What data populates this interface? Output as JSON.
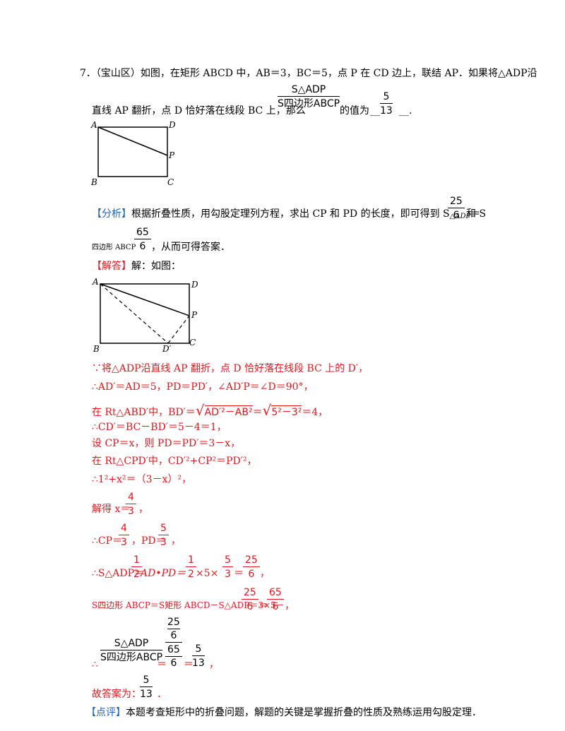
{
  "problem": {
    "line1": "7．（宝山区）如图，在矩形 ABCD 中，AB＝3，BC＝5，点 P 在 CD 边上，联结 AP．如果将△ADP沿",
    "line2_a": "直线 AP 翻折，点 D 恰好落在线段 BC 上，那么",
    "line2_b": "的值为",
    "frac_num": "S△ADP",
    "frac_den": "S四边形ABCP",
    "answer_num": "5",
    "answer_den": "13",
    "blank_l": "__",
    "blank_r": "__."
  },
  "figure1": {
    "A": "A",
    "B": "B",
    "C": "C",
    "D": "D",
    "P": "P"
  },
  "analysis": {
    "tag": "【分析】",
    "text1": "根据折叠性质，用勾股定理列方程，求出 CP 和 PD 的长度，即可得到 S",
    "sub1": "△ADP",
    "eq": "＝",
    "frac1_num": "25",
    "frac1_den": "6",
    "text2": "和 S",
    "text3": "四边形 ABCP",
    "frac2_num": "65",
    "frac2_den": "6",
    "text4": "，从而可得答案．"
  },
  "solution": {
    "tag": "【解答】",
    "text": "解：如图："
  },
  "figure2": {
    "A": "A",
    "B": "B",
    "C": "C",
    "D": "D",
    "P": "P",
    "Dp": "D′"
  },
  "steps": {
    "s1": "∵将△ADP沿直线 AP 翻折，点 D 恰好落在线段 BC 上的 D′，",
    "s2": "∴AD′＝AD＝5，PD＝PD′，∠AD′P＝∠D＝90°，",
    "s3a": "在 Rt△ABD′中，BD′＝",
    "s3b": "AD′²－AB²",
    "s3c": "＝",
    "s3d": "5²－3²",
    "s3e": "＝4，",
    "s4": "∴CD′＝BC－BD′＝5－4＝1，",
    "s5": "设 CP＝x，则 PD＝PD′＝3－x，",
    "s6": "在 Rt△CPD′中，CD′²+CP²＝PD′²，",
    "s7": "∴1²+x²＝（3－x）²，",
    "s8a": "解得 x＝",
    "s8_num": "4",
    "s8_den": "3",
    "s8b": "，",
    "s9a": "∴CP＝",
    "s9_num1": "4",
    "s9_den1": "3",
    "s9b": "，PD＝",
    "s9_num2": "5",
    "s9_den2": "3",
    "s9c": "，",
    "s10a": "∴S△ADP＝",
    "s10_n1": "1",
    "s10_d1": "2",
    "s10b": "AD•PD＝",
    "s10_n2": "1",
    "s10_d2": "2",
    "s10c": "×5×",
    "s10_n3": "5",
    "s10_d3": "3",
    "s10d": "＝",
    "s10_n4": "25",
    "s10_d4": "6",
    "s10e": "，",
    "s11a": "S四边形 ABCP＝S矩形 ABCD－S△ADP＝3×5－",
    "s11_n1": "25",
    "s11_d1": "6",
    "s11b": "＝",
    "s11_n2": "65",
    "s11_d2": "6",
    "s11c": "，",
    "s12a": "∴",
    "s12_num": "S△ADP",
    "s12_den": "S四边形ABCP",
    "s12b": "＝",
    "s12_n_top": "25",
    "s12_n_bot": "6",
    "s12_d_top": "65",
    "s12_d_bot": "6",
    "s12c": "＝",
    "s12_n3": "5",
    "s12_d3": "13",
    "s12d": "，",
    "s13a": "故答案为：",
    "s13_num": "5",
    "s13_den": "13",
    "s13b": "．"
  },
  "review": {
    "tag": "【点评】",
    "text": "本题考查矩形中的折叠问题，解题的关键是掌握折叠的性质及熟练运用勾股定理．"
  }
}
